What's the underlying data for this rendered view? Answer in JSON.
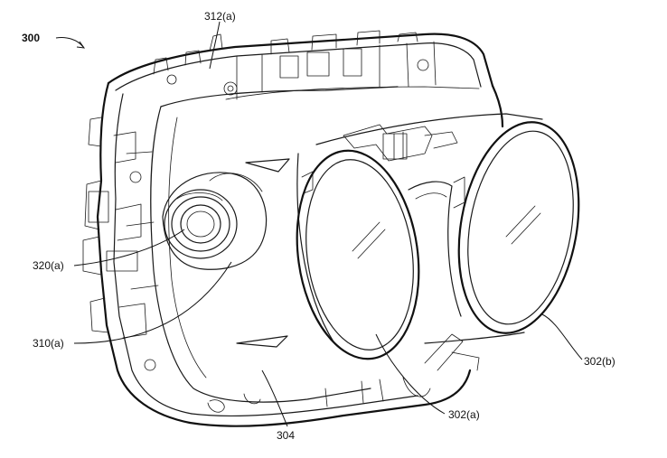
{
  "figure": {
    "ref_main": "300",
    "labels": {
      "top_cover": "312(a)",
      "camera": "320(a)",
      "recess": "310(a)",
      "lens_left": "302(a)",
      "lens_right": "302(b)",
      "face_plate": "304"
    }
  }
}
